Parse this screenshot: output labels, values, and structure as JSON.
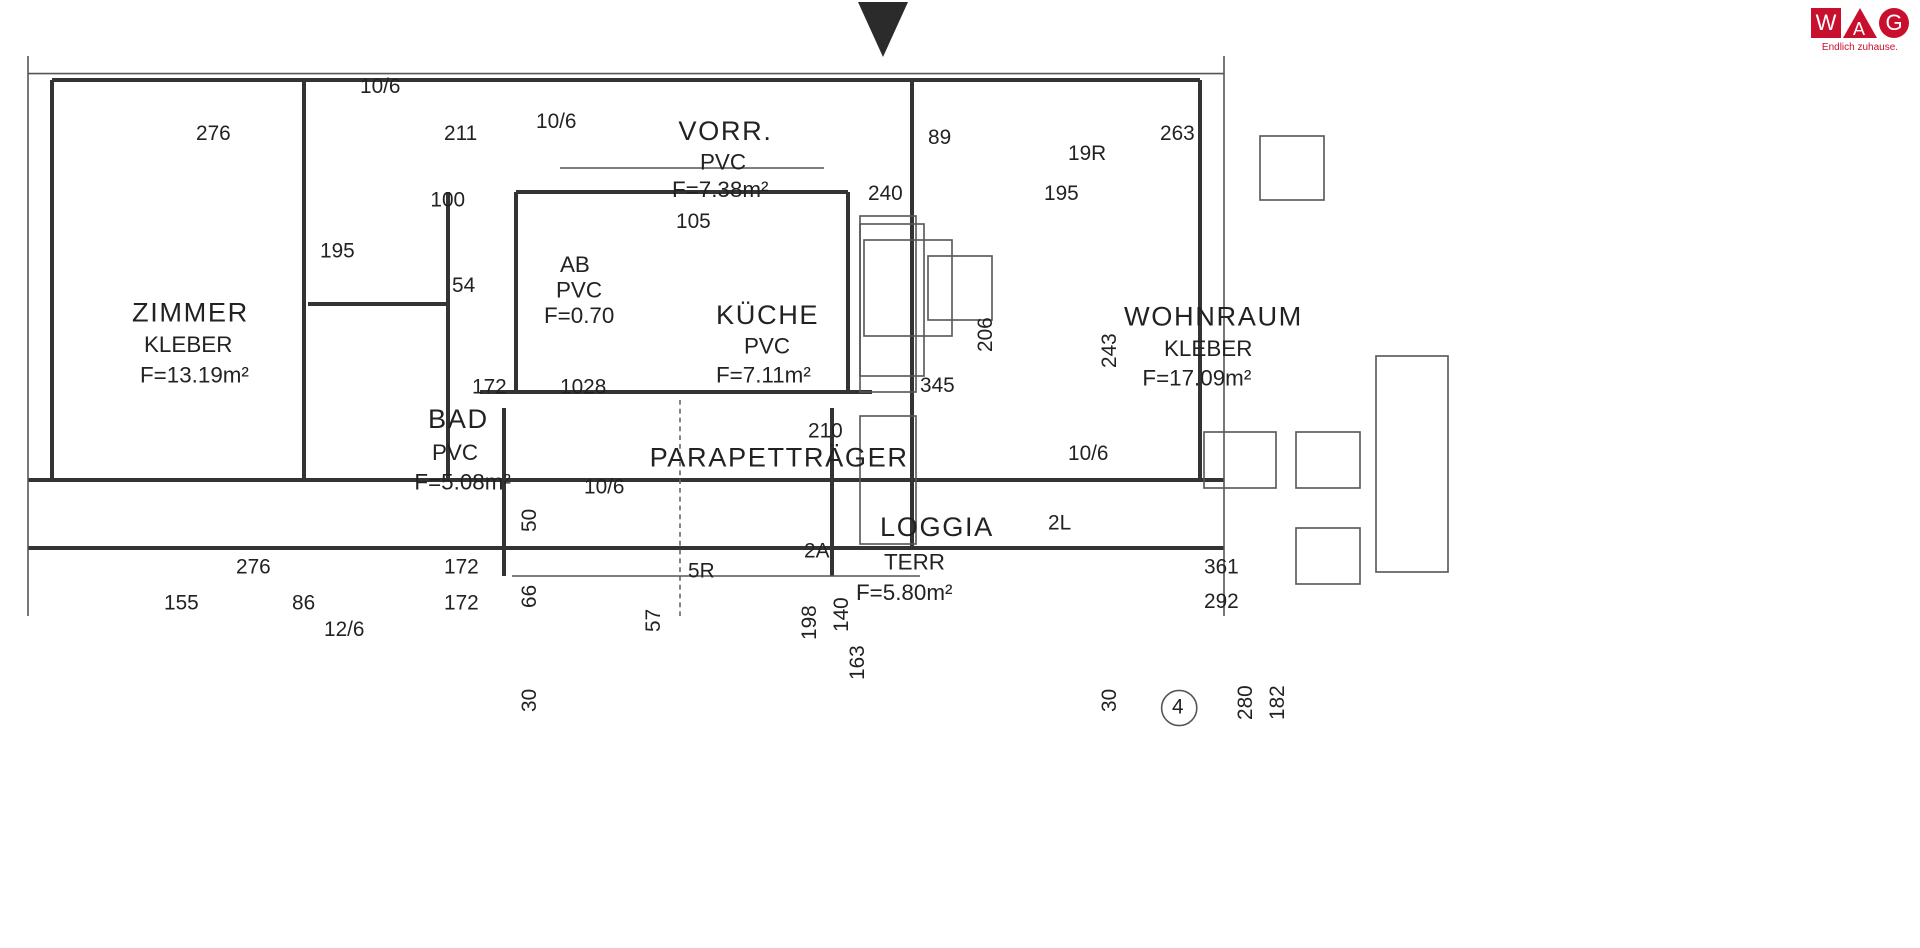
{
  "logo": {
    "letters": [
      "W",
      "A",
      "G"
    ],
    "tagline": "Endlich zuhause.",
    "color": "#c8102e"
  },
  "north_arrow": "north-arrow-icon",
  "rooms": [
    {
      "name": "ZIMMER",
      "floor": "KLEBER",
      "area": "F=13.19m²"
    },
    {
      "name": "BAD",
      "floor": "PVC",
      "area": "F=5.08m²"
    },
    {
      "name": "AB",
      "floor": "PVC",
      "area": "F=0.70"
    },
    {
      "name": "VORR.",
      "floor": "PVC",
      "area": "F=7.38m²"
    },
    {
      "name": "KÜCHE",
      "floor": "PVC",
      "area": "F=7.11m²"
    },
    {
      "name": "LOGGIA",
      "floor": "TERR",
      "area": "F=5.80m²"
    },
    {
      "name": "WOHNRAUM",
      "floor": "KLEBER",
      "area": "F=17.09m²"
    }
  ],
  "labels": {
    "parapet": "PARAPETTRÄGER",
    "marker_2a": "2A",
    "marker_2l": "2L",
    "marker_5r": "5R",
    "marker_19r": "19R",
    "marker_4": "4"
  },
  "dims": [
    "10/6",
    "276",
    "211",
    "10/6",
    "240",
    "105",
    "263",
    "89",
    "195",
    "100",
    "195",
    "54",
    "172",
    "1028",
    "210",
    "345",
    "206",
    "243",
    "10/6",
    "276",
    "172",
    "155",
    "86",
    "172",
    "361",
    "292",
    "12/6",
    "198",
    "140",
    "163",
    "280",
    "182",
    "30",
    "50",
    "66",
    "57",
    "30",
    "10/6"
  ]
}
